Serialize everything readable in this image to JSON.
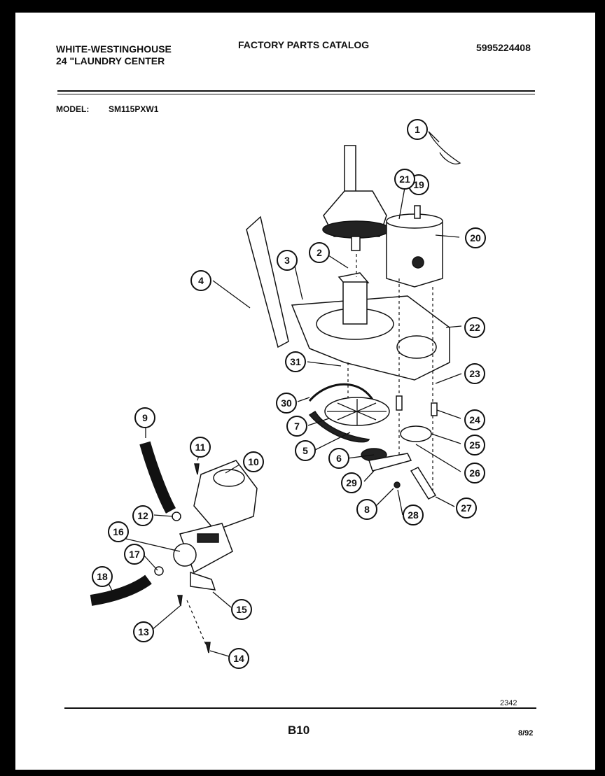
{
  "header": {
    "brand": "WHITE-WESTINGHOUSE",
    "product": "24 \"LAUNDRY CENTER",
    "catalog_title": "FACTORY PARTS CATALOG",
    "catalog_number": "5995224408"
  },
  "model": {
    "label": "MODEL:",
    "value": "SM115PXW1"
  },
  "footer": {
    "drawing_number": "2342",
    "page_number": "B10",
    "revision_date": "8/92"
  },
  "callouts": [
    "1",
    "2",
    "3",
    "4",
    "5",
    "6",
    "7",
    "8",
    "9",
    "10",
    "11",
    "12",
    "13",
    "14",
    "15",
    "16",
    "17",
    "18",
    "19",
    "20",
    "21",
    "22",
    "23",
    "24",
    "25",
    "26",
    "27",
    "28",
    "29",
    "30",
    "31"
  ]
}
